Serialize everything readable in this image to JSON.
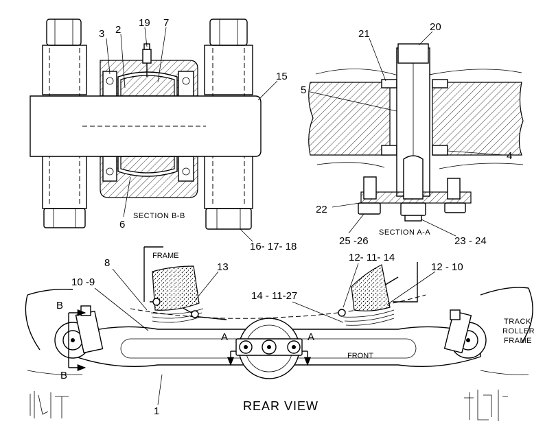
{
  "callouts": {
    "c1": "1",
    "c2": "2",
    "c3": "3",
    "c4": "4",
    "c5": "5",
    "c6": "6",
    "c7": "7",
    "c8": "8",
    "c10_9": "10 -9",
    "c12_10": "12 - 10",
    "c12_11_14": "12- 11- 14",
    "c13": "13",
    "c14_11_27": "14 - 11-27",
    "c15": "15",
    "c16_17_18": "16- 17- 18",
    "c19": "19",
    "c20": "20",
    "c21": "21",
    "c22": "22",
    "c23_24": "23 - 24",
    "c25_26": "25 -26"
  },
  "labels": {
    "section_bb": "SECTION B-B",
    "section_aa": "SECTION A-A",
    "frame": "FRAME",
    "track_roller_frame": [
      "TRACK",
      "ROLLER",
      "FRAME"
    ],
    "rear_view": "REAR VIEW",
    "front": "FRONT",
    "section_mark_a": "A",
    "section_mark_b": "B"
  }
}
